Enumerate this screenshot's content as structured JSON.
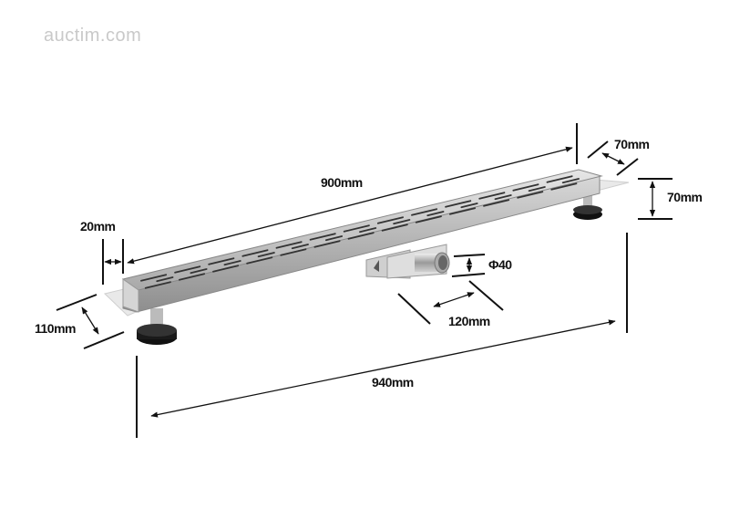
{
  "watermark": "auctim.com",
  "dimensions": {
    "length_grate": "900mm",
    "length_total": "940mm",
    "grate_width": "70mm",
    "height": "70mm",
    "flange": "20mm",
    "total_width": "110mm",
    "outlet_diameter": "Φ40",
    "outlet_offset": "120mm"
  }
}
